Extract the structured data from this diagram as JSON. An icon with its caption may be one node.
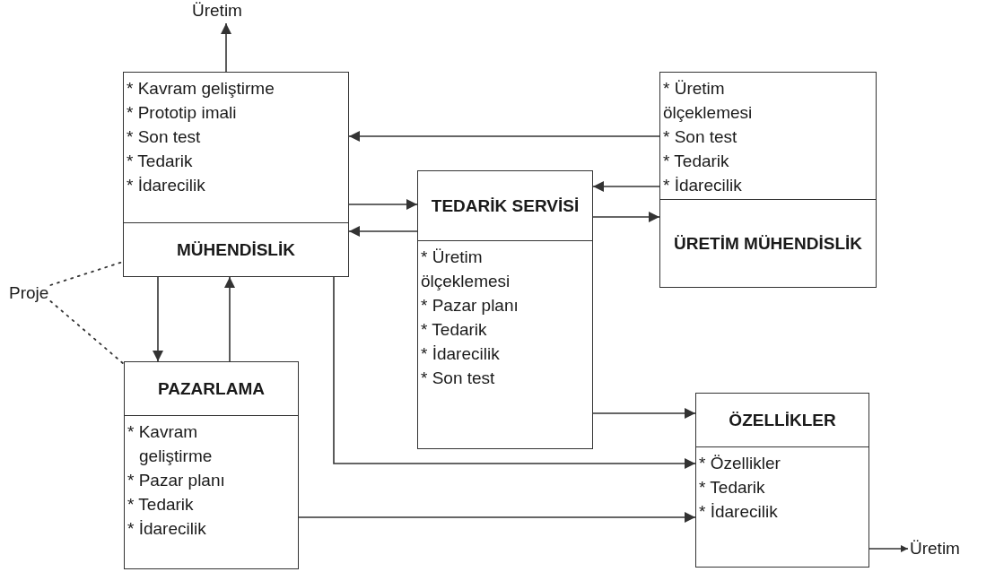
{
  "diagram": {
    "nodes": [
      {
        "text": [
          "* Kavram geliştirme",
          "* Prototip imali",
          "* Son test",
          "* Tedarik",
          "* İdarecilik",
          "MÜHENDİSLİK"
        ]
      },
      {
        "text": [
          "* Üretim ölçeklemesi",
          "* Son test",
          "* Tedarik",
          "* İdarecilik",
          "ÜRETİM MÜHENDİSLİK"
        ]
      },
      {
        "text": [
          "TEDARİK SERVİSİ",
          "* Üretim ölçeklemesi",
          "* Pazar planı",
          "* Tedarik",
          "* İdarecilik",
          "* Son test"
        ]
      },
      {
        "text": [
          "PAZARLAMA",
          "* Kavram geliştirme",
          "* Pazar planı",
          "* Tedarik",
          "* İdarecilik"
        ]
      },
      {
        "text": [
          "ÖZELLİKLER",
          "* Özellikler",
          "* Tedarik",
          "* İdarecilik"
        ]
      },
      {
        "text": [
          "Üretim"
        ]
      },
      {
        "text": [
          "Üretim"
        ]
      },
      {
        "text": [
          "Proje"
        ]
      }
    ],
    "edges": [
      {
        "from": 0,
        "to": 5,
        "arrow": "to"
      },
      {
        "from": 1,
        "to": 0,
        "arrow": "to"
      },
      {
        "from": 1,
        "to": 2,
        "arrow": "to"
      },
      {
        "from": 2,
        "to": 1,
        "arrow": "to"
      },
      {
        "from": 0,
        "to": 2,
        "arrow": "to"
      },
      {
        "from": 2,
        "to": 0,
        "arrow": "to"
      },
      {
        "from": 0,
        "to": 3,
        "arrow": "to"
      },
      {
        "from": 3,
        "to": 0,
        "arrow": "to"
      },
      {
        "from": 0,
        "to": 4,
        "arrow": "to"
      },
      {
        "from": 2,
        "to": 4,
        "arrow": "to"
      },
      {
        "from": 3,
        "to": 4,
        "arrow": "to"
      },
      {
        "from": 4,
        "to": 6,
        "arrow": "to"
      },
      {
        "from": 7,
        "to": 0,
        "arrow": "none",
        "style": "dashed"
      },
      {
        "from": 7,
        "to": 3,
        "arrow": "none",
        "style": "dashed"
      }
    ]
  }
}
